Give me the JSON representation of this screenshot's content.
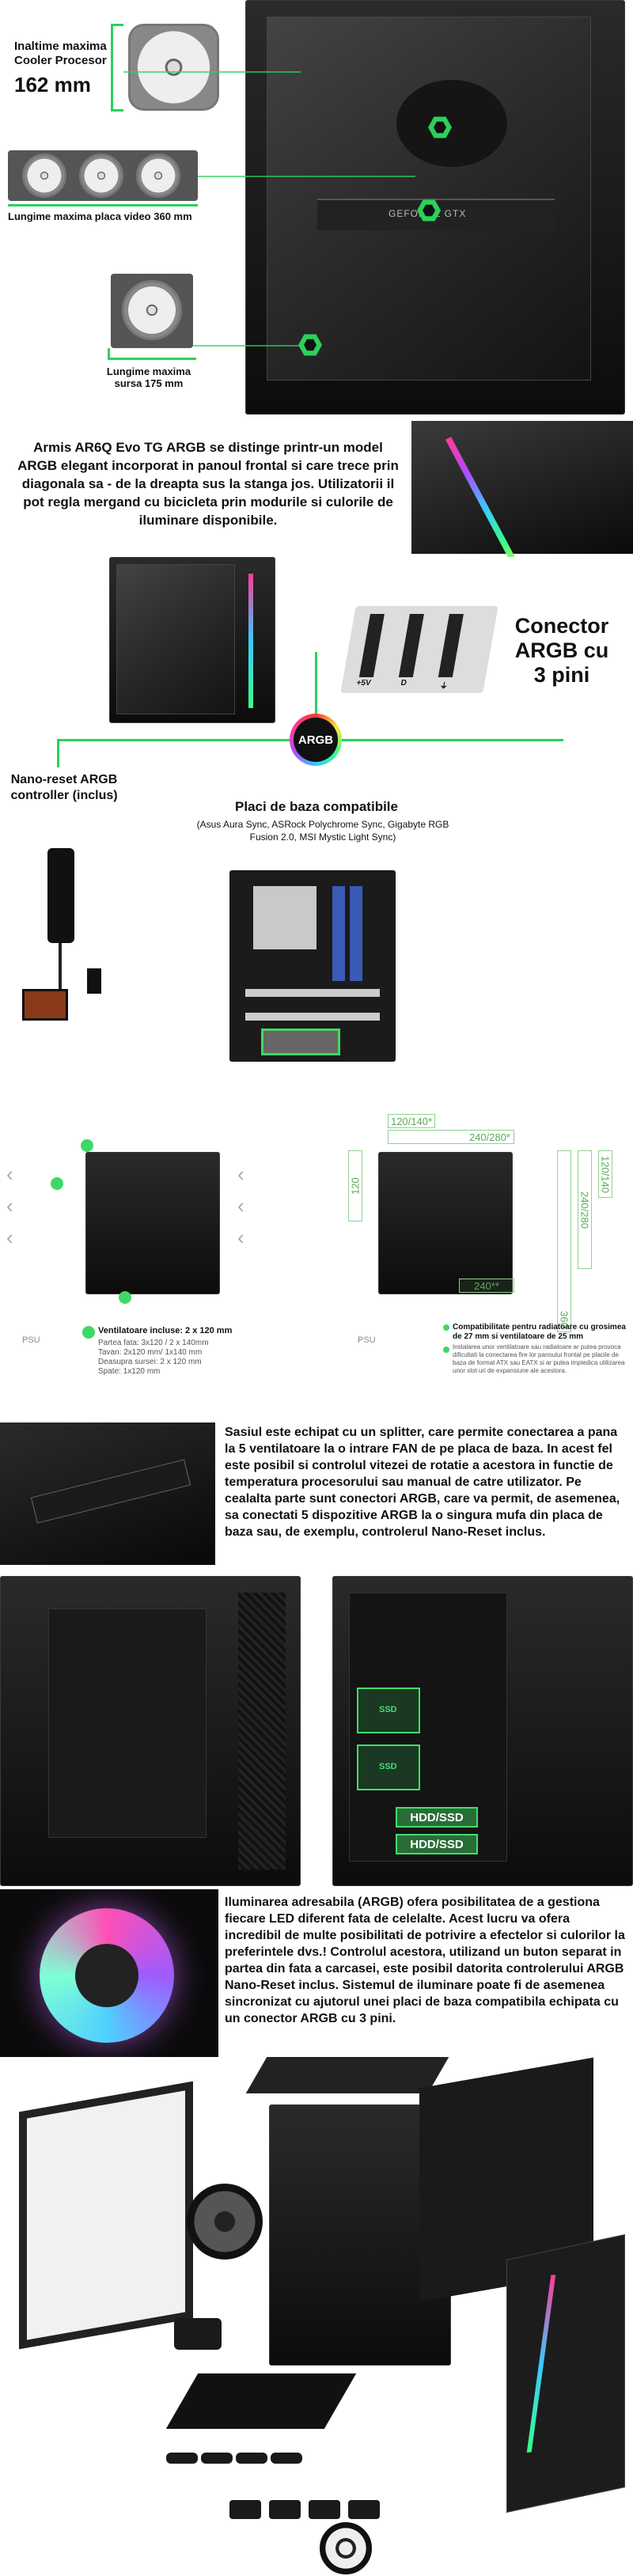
{
  "section1": {
    "cooler_label": "Inaltime maxima Cooler Procesor",
    "cooler_value": "162 mm",
    "gpu_label": "Lungime maxima placa video 360 mm",
    "psu_label": "Lungime maxima sursa 175 mm",
    "gpu_brand": "GEFORCE GTX"
  },
  "section2": {
    "text": "Armis AR6Q Evo TG ARGB se distinge printr-un model ARGB elegant incorporat in panoul frontal si care trece prin diagonala sa - de la dreapta sus la stanga jos. Utilizatorii il pot regla mergand cu bicicleta prin modurile si culorile de iluminare disponibile."
  },
  "section3": {
    "connector_title": "Conector ARGB cu 3 pini",
    "pin_labels": [
      "+5V",
      "D",
      "⏚"
    ],
    "argb_badge": "ARGB",
    "nano_reset": "Nano-reset ARGB controller (inclus)",
    "mb_title": "Placi de baza compatibile",
    "mb_subtitle": "(Asus Aura Sync, ASRock Polychrome Sync, Gigabyte RGB Fusion 2.0, MSI Mystic Light Sync)"
  },
  "section4": {
    "dims": {
      "d120_140": "120/140*",
      "d240_280": "240/280*",
      "d120": "120",
      "d120_140v": "120/140",
      "d240_280v": "240/280",
      "d360": "360",
      "d240": "240**"
    },
    "psu_left": "PSU",
    "psu_right": "PSU",
    "fans_included": "Ventilatoare incluse: 2 x 120 mm",
    "fan_specs": "Partea fata: 3x120 / 2 x 140mm\nTavan: 2x120 mm/ 1x140 mm\nDeasupra sursei: 2 x 120 mm\nSpate: 1x120 mm",
    "radiator_note": "Compatibilitate pentru radiatoare cu grosimea de 27 mm si ventilatoare de 25 mm",
    "radiator_note2": "Instalarea unor ventilatoare sau radiatoare ar putea provoca dificultati la conectarea fire lor panoului frontal pe placile de baza de format ATX sau EATX si ar putea impiedica utilizarea unor slot uri de expansiune ale acestora."
  },
  "section5": {
    "text": "Sasiul este echipat cu un splitter, care permite conectarea a pana la 5 ventilatoare la o intrare FAN de pe placa de baza. In acest fel este posibil si controlul vitezei de rotatie a acestora in functie de temperatura procesorului sau manual de catre utilizator. Pe cealalta parte sunt conectori ARGB, care va permit, de asemenea, sa conectati 5 dispozitive ARGB la o singura mufa din placa de baza sau, de exemplu, controlerul Nano-Reset inclus."
  },
  "section6": {
    "hdd1": "HDD/SSD",
    "hdd2": "HDD/SSD",
    "ssd_label1": "SSD",
    "ssd_label2": "SSD"
  },
  "section7": {
    "text": "Iluminarea adresabila (ARGB) ofera posibilitatea de a gestiona fiecare LED diferent fata de celelalte. Acest lucru va ofera incredibil de multe posibilitati de potrivire a efectelor si culorilor la preferintele dvs.! Controlul acestora, utilizand un buton separat in partea din fata a carcasei, este posibil datorita controlerului ARGB Nano-Reset inclus. Sistemul de iluminare poate fi de asemenea sincronizat cu ajutorul unei placi de baza compatibila echipata cu un conector ARGB cu 3 pini."
  }
}
